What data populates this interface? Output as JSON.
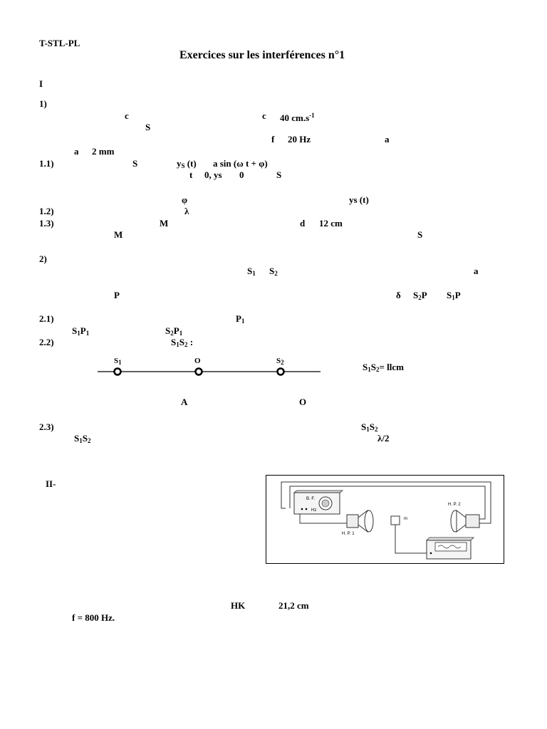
{
  "header": {
    "course": "T-STL-PL",
    "title": "Exercices sur les interférences n°1"
  },
  "part1": {
    "label": "I",
    "q1": "1)",
    "l1a": "c",
    "l1b": "c",
    "l1c": "40 cm.s",
    "l1c_sup": "-1",
    "l2": "S",
    "l3a": "f",
    "l3b": "20 Hz",
    "l3c": "a",
    "l4a": "a",
    "l4b": "2 mm",
    "q11": "1.1)",
    "l5a": "S",
    "l5b": "y",
    "l5b_sub": "S",
    "l5c": "(t)",
    "l5d": "a sin (ω t + φ)",
    "l6a": "t",
    "l6b": "0, ys",
    "l6c": "0",
    "l6d": "S",
    "l7a": "φ",
    "l7b": "ys (t)",
    "q12": "1.2)",
    "l8": "λ",
    "q13": "1.3)",
    "l9a": "M",
    "l9b": "d",
    "l9c": "12 cm",
    "l10a": "M",
    "l10b": "S"
  },
  "part2": {
    "q2": "2)",
    "s1": "S",
    "s2": "S",
    "a": "a",
    "p": "P",
    "delta": "δ",
    "s2p": "S",
    "s1p": "S",
    "q21": "2.1)",
    "p1": "P",
    "s1p1": "S",
    "s2p1": "S",
    "q22": "2.2)",
    "s1s2": "S",
    "dia_s1": "S",
    "dia_o": "O",
    "dia_s2": "S",
    "dist": "S",
    "dist_val": "= llcm",
    "label_a": "A",
    "label_o": "O",
    "q23": "2.3)",
    "s1s2b": "S",
    "s1s2c": "S",
    "lambda2": "λ/2"
  },
  "part3": {
    "label": "II-",
    "bf": "B. F.",
    "hz": "Hz",
    "hp1": "H. P. 1",
    "hp2": "H. P. 2",
    "mic": "m",
    "hk": "HK",
    "hk_val": "21,2 cm",
    "freq": "f = 800 Hz."
  }
}
